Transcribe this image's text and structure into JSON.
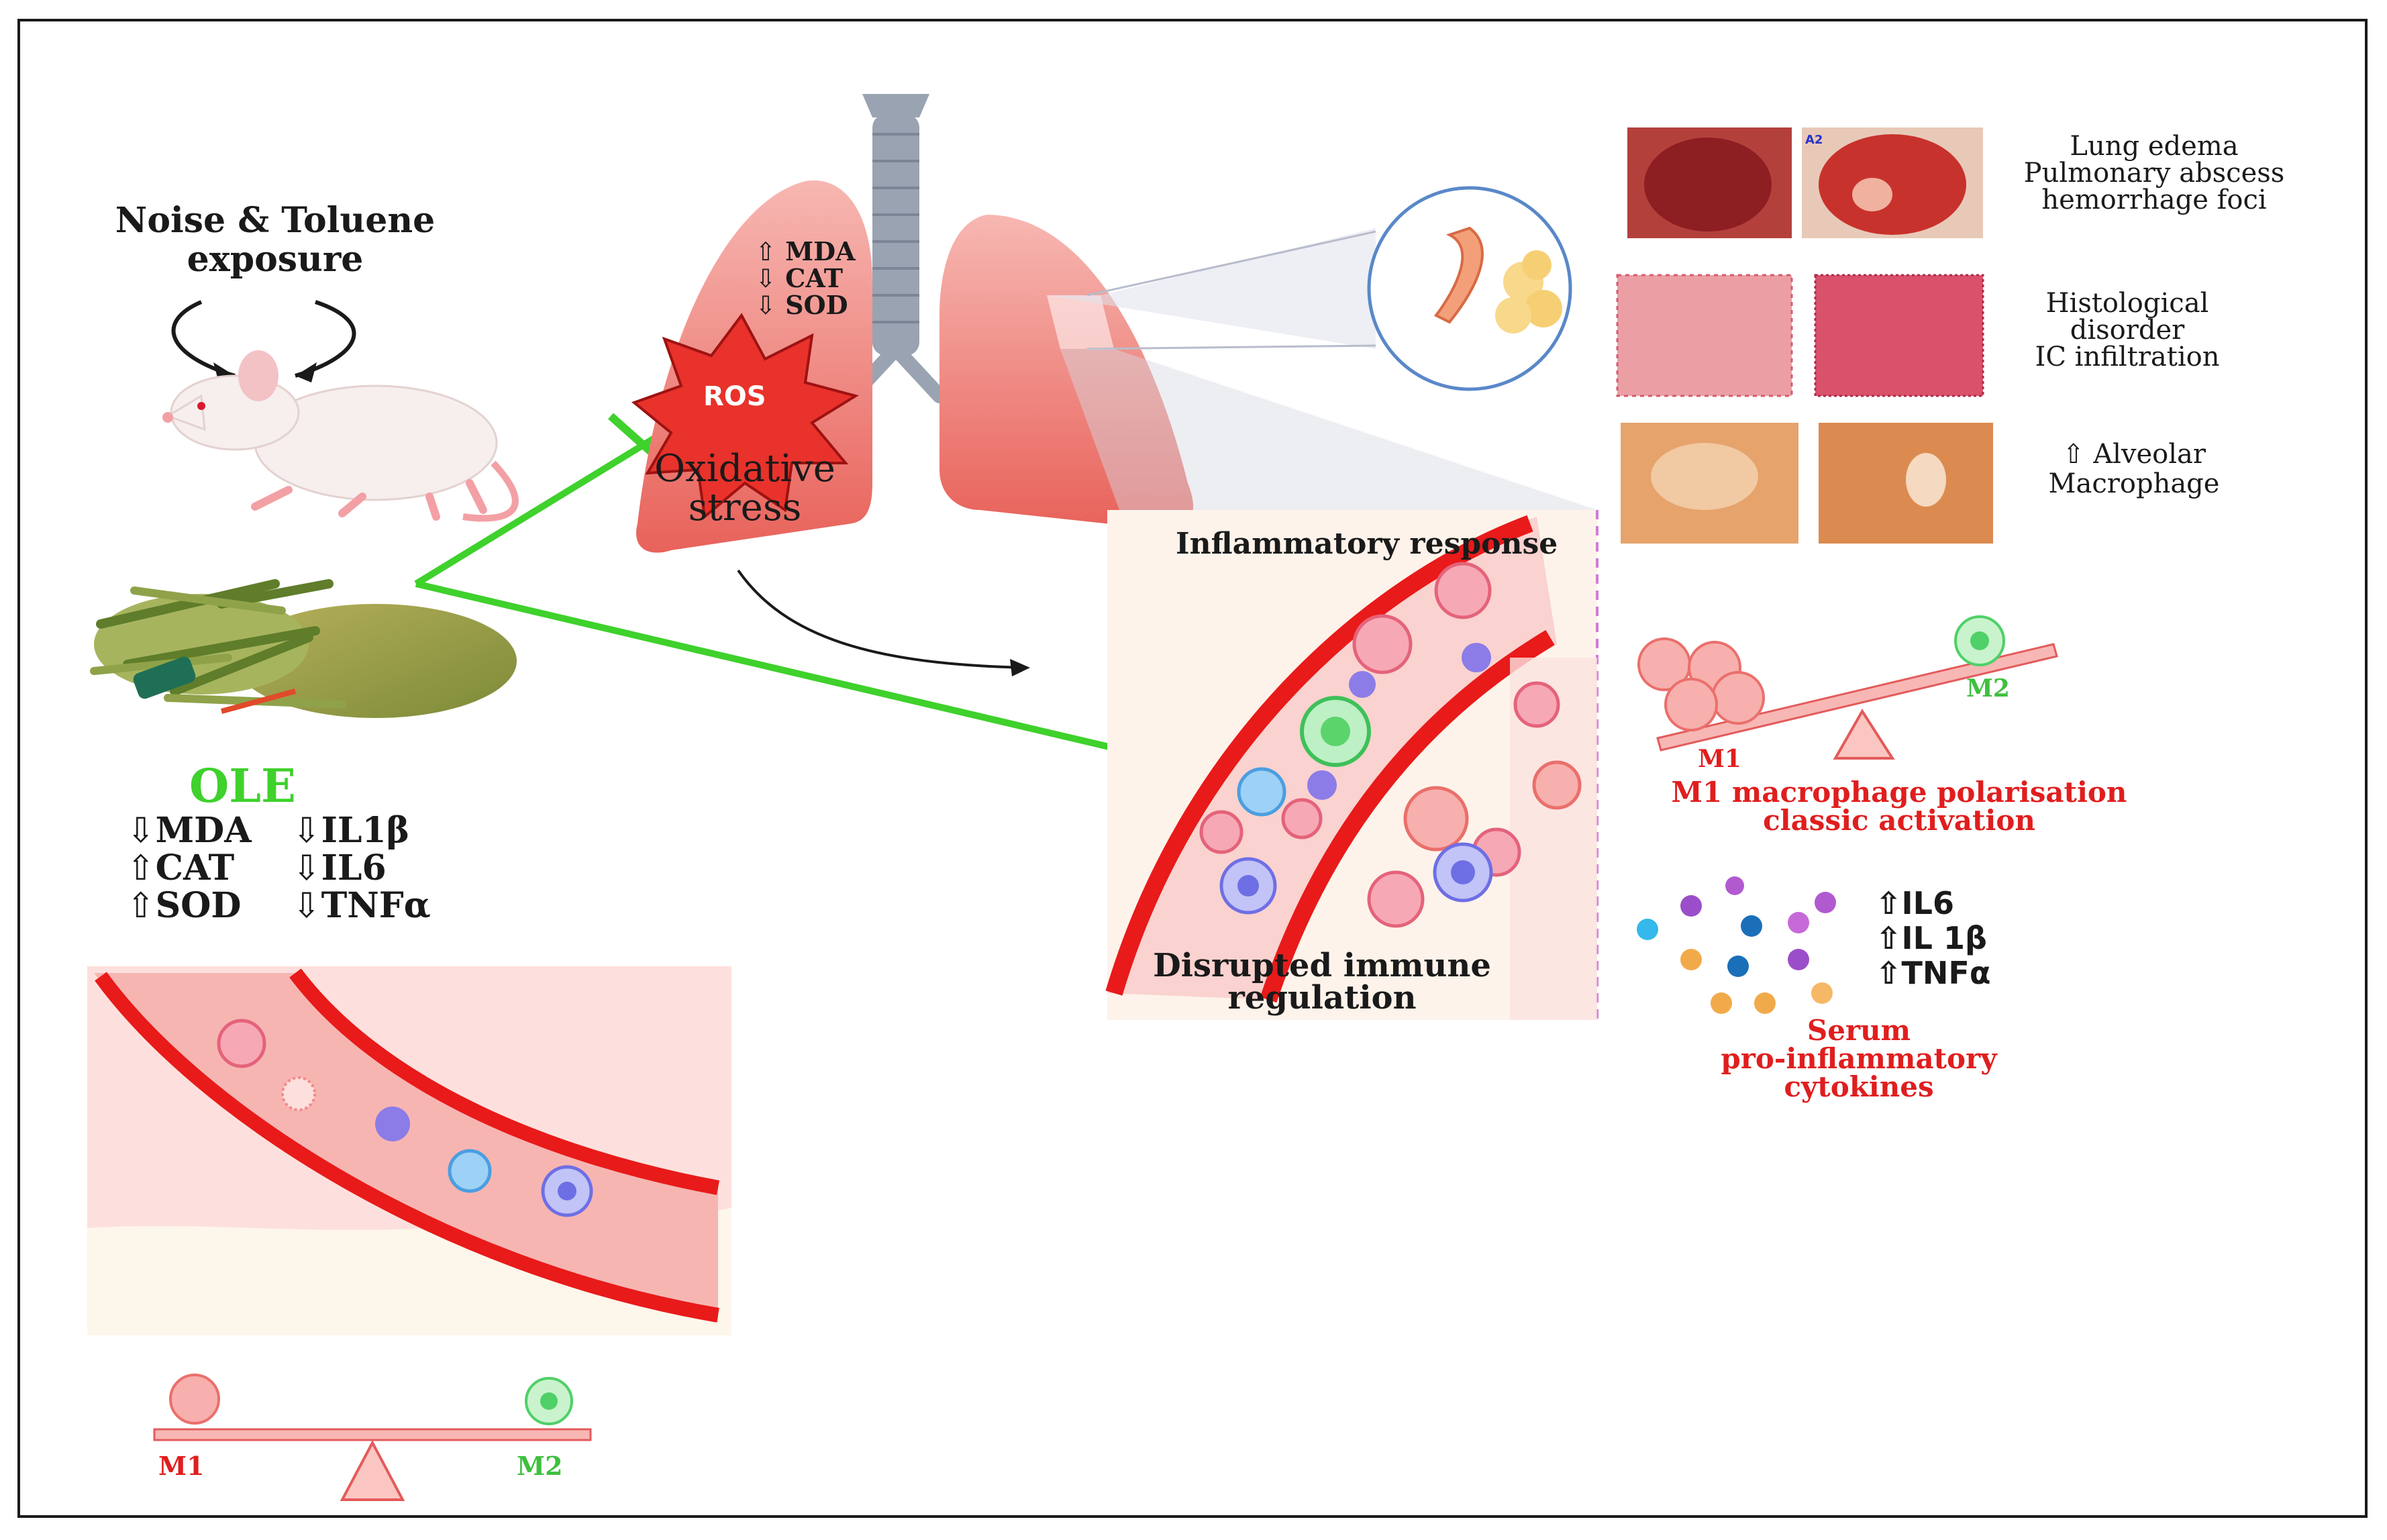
{
  "exposure": {
    "line1": "Noise & Toluene",
    "line2": "exposure"
  },
  "lung_markers": {
    "mda": "⇧ MDA",
    "cat": "⇩ CAT",
    "sod": "⇩ SOD"
  },
  "ros": {
    "label": "ROS",
    "line1": "Oxidative",
    "line2": "stress"
  },
  "inflammatory_response": "Inflammatory response",
  "immune": {
    "line1": "Disrupted immune",
    "line2": "regulation"
  },
  "findings": [
    {
      "lines": [
        "Lung edema",
        "Pulmonary abscess",
        "hemorrhage foci"
      ]
    },
    {
      "lines": [
        "Histological",
        "disorder",
        "IC infiltration"
      ]
    },
    {
      "lines": [
        "⇧ Alveolar",
        "Macrophage"
      ]
    }
  ],
  "photo_label": "A2",
  "polarisation": {
    "m1": "M1",
    "m2": "M2",
    "line1": "M1 macrophage polarisation",
    "line2": "classic activation"
  },
  "cytokines": {
    "il6": "⇧IL6",
    "il1b": "⇧IL 1β",
    "tnfa": "⇧TNFα",
    "line1": "Serum",
    "line2": "pro-inflammatory",
    "line3": "cytokines"
  },
  "ole": {
    "title": "OLE",
    "col1": [
      "⇩MDA",
      "⇧CAT",
      "⇧SOD"
    ],
    "col2": [
      "⇩IL1β",
      "⇩IL6",
      "⇩TNFα"
    ]
  },
  "balance_bottom": {
    "m1": "M1",
    "m2": "M2"
  },
  "colors": {
    "inhibition": "#3fd12c",
    "vessel": "#e81a1a",
    "text_red": "#e01e1e",
    "text_green": "#3fbf3f"
  }
}
